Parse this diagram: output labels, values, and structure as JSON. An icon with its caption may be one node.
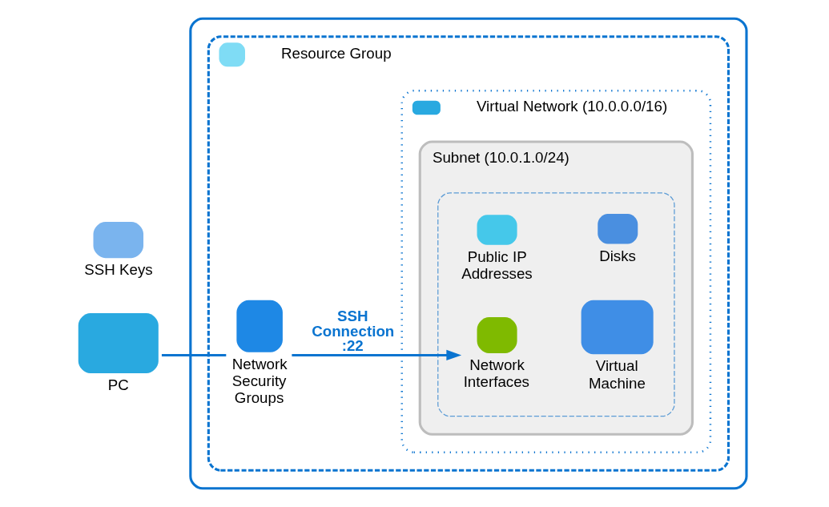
{
  "diagram": {
    "nodes": [
      {
        "text": [],
        "shape": "box"
      },
      {
        "text": [
          "Resource Group"
        ],
        "in": 0
      },
      {
        "text": [
          "Virtual Network (10.0.0.0/16)"
        ],
        "in": 1
      },
      {
        "text": [
          "Subnet (10.0.1.0/24)"
        ],
        "in": 2
      },
      {
        "text": [],
        "shape": "box",
        "in": 3
      },
      {
        "text": [
          "Public IP Addresses"
        ],
        "in": 4
      },
      {
        "text": [
          "Disks"
        ],
        "in": 4
      },
      {
        "text": [
          "Network Interfaces"
        ],
        "in": 4
      },
      {
        "text": [
          "Virtual Machine"
        ],
        "in": 4
      },
      {
        "text": [
          "PC"
        ]
      },
      {
        "text": [
          "SSH Keys"
        ]
      },
      {
        "text": [
          "Network Security Groups"
        ],
        "in": 1
      }
    ],
    "edges": [
      {
        "from": 9,
        "to": 11,
        "arrow": "none"
      },
      {
        "from": 11,
        "to": 7,
        "arrow": "to",
        "label": "SSH Connection :22"
      }
    ]
  }
}
